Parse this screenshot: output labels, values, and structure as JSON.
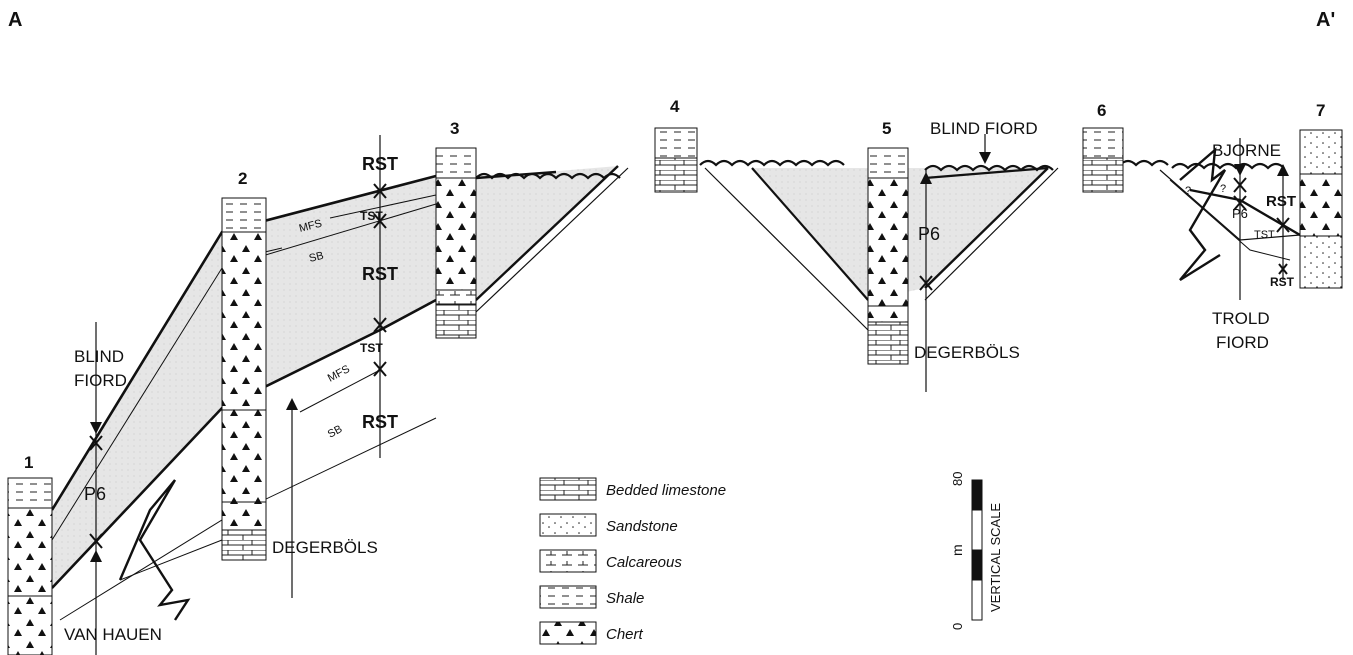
{
  "section_labels": {
    "left": "A",
    "right": "A'"
  },
  "columns": [
    "1",
    "2",
    "3",
    "4",
    "5",
    "6",
    "7"
  ],
  "unit_labels": {
    "blind_fiord_left": [
      "BLIND",
      "FIORD"
    ],
    "p6_left": "P6",
    "van_hauen": "VAN HAUEN",
    "degerbols_left": "DEGERBÖLS",
    "degerbols_right": "DEGERBÖLS",
    "blind_fiord_right": "BLIND FIORD",
    "p6_right": "P6",
    "bjorne": "BJORNE",
    "p6_far": "P6",
    "trold_fiord": [
      "TROLD",
      "FIORD"
    ]
  },
  "sequence_labels": {
    "rst_a": "RST",
    "tst_a": "TST",
    "rst_b": "RST",
    "tst_b": "TST",
    "rst_c": "RST",
    "mfs_upper": "MFS",
    "sb_upper": "SB",
    "mfs_lower": "MFS",
    "sb_lower": "SB",
    "rst_7a": "RST",
    "tst_7": "TST",
    "rst_7b": "RST",
    "question": "?"
  },
  "legend": [
    {
      "id": "limestone",
      "label": "Bedded limestone"
    },
    {
      "id": "sandstone",
      "label": "Sandstone"
    },
    {
      "id": "calcareous",
      "label": "Calcareous"
    },
    {
      "id": "shale",
      "label": "Shale"
    },
    {
      "id": "chert",
      "label": "Chert"
    }
  ],
  "scale": {
    "top": "80",
    "mid": "m",
    "bottom": "0",
    "caption": "VERTICAL SCALE"
  },
  "colors": {
    "fill": "#e6e6e6",
    "ink": "#111111"
  }
}
